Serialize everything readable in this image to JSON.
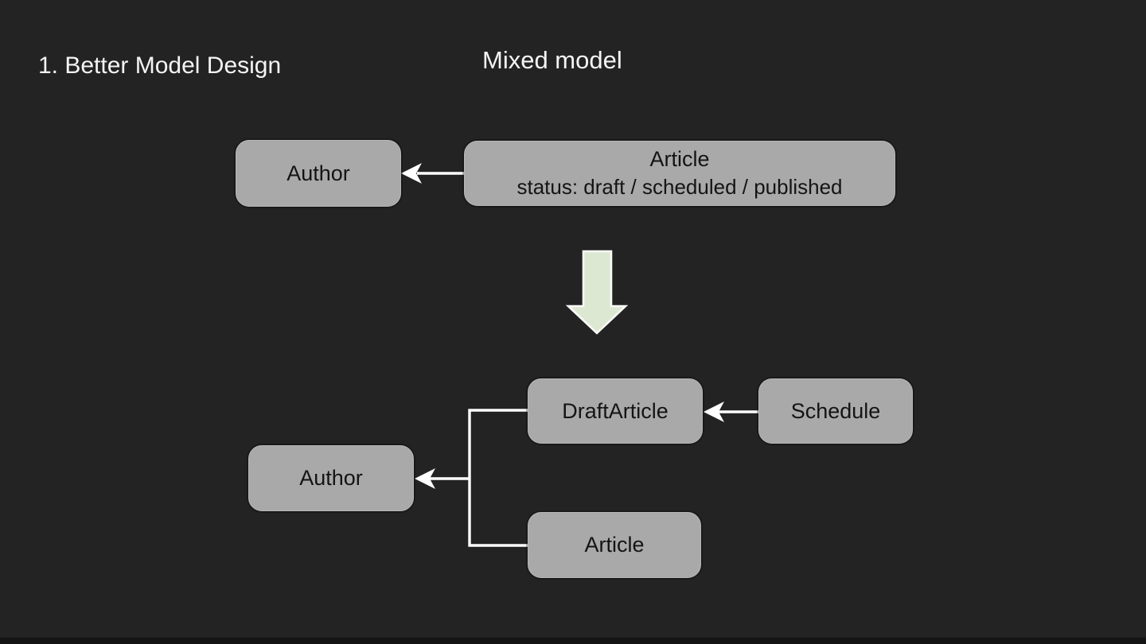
{
  "slide": {
    "title": "1. Better Model Design",
    "diagram_title": "Mixed model",
    "colors": {
      "background": "#232323",
      "bottom_bar": "#141414",
      "node_fill": "#a9a9a9",
      "node_border": "#b6b6b6",
      "node_text": "#141414",
      "heading_text": "#f4f4f4",
      "connector": "#ffffff",
      "transform_arrow_fill": "#dde8d3",
      "transform_arrow_stroke": "#fafaf7"
    },
    "before_model": {
      "author": {
        "label": "Author"
      },
      "article": {
        "label": "Article",
        "sublabel": "status: draft / scheduled / published"
      }
    },
    "after_model": {
      "draft_article": {
        "label": "DraftArticle"
      },
      "schedule": {
        "label": "Schedule"
      },
      "author": {
        "label": "Author"
      },
      "article": {
        "label": "Article"
      }
    },
    "edges": [
      {
        "section": "before",
        "from": "Article",
        "to": "Author"
      },
      {
        "section": "after",
        "from": "Schedule",
        "to": "DraftArticle"
      },
      {
        "section": "after",
        "from": "DraftArticle",
        "to": "Author"
      },
      {
        "section": "after",
        "from": "Article",
        "to": "Author"
      }
    ],
    "icons": {
      "transform_arrow": "down-block-arrow"
    }
  }
}
